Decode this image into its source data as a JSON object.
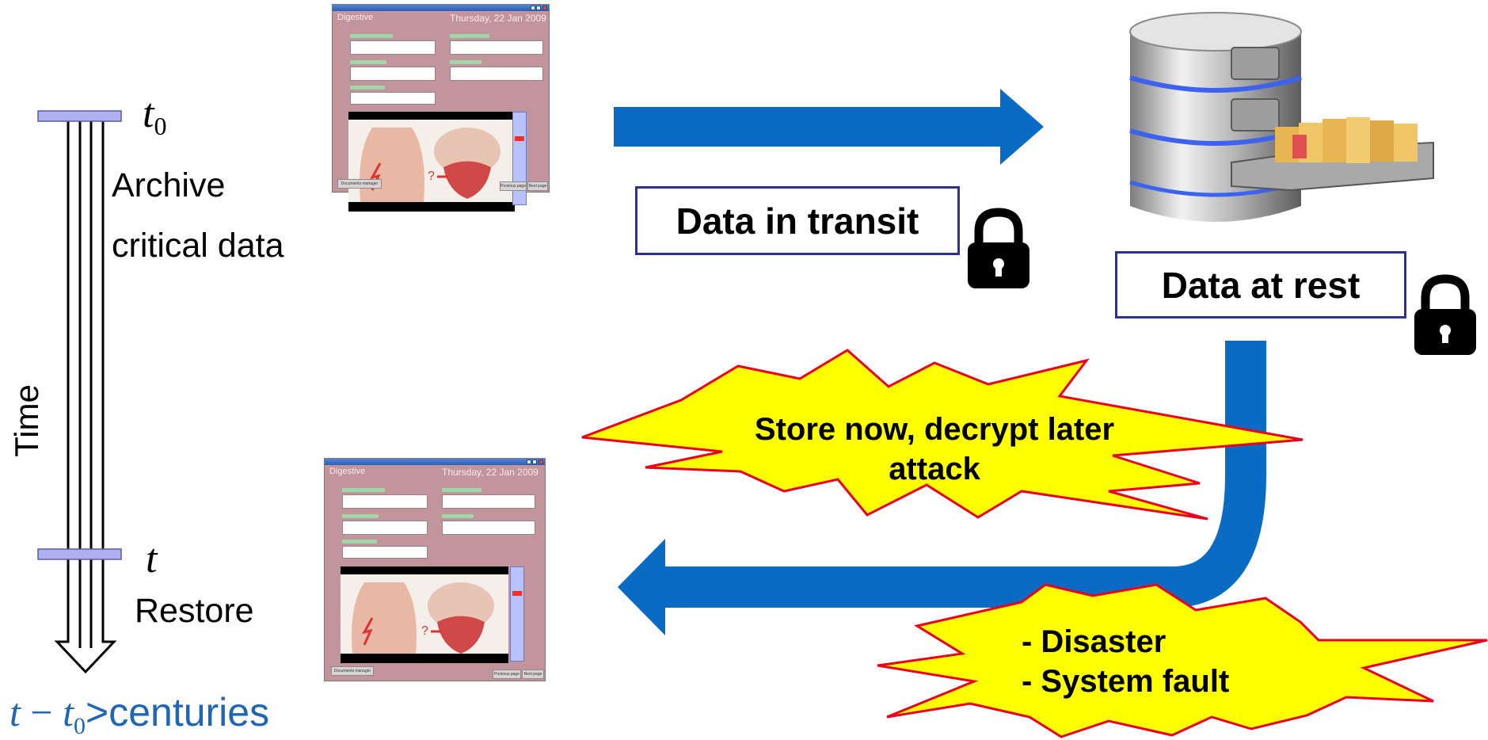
{
  "timeline": {
    "t0": "t",
    "t0_sub": "0",
    "archive_line1": "Archive",
    "archive_line2": "critical data",
    "axis_label": "Time",
    "t": "t",
    "restore": "Restore",
    "span_t": "t",
    "span_minus": " − ",
    "span_t2": "t",
    "span_sub": "0",
    "span_rest": ">centuries"
  },
  "app_window": {
    "title": "Digestive",
    "date": "Thursday, 22 Jan 2009",
    "documents_button": "Documents manager",
    "prev_button": "Previous page",
    "next_button": "Next page"
  },
  "labels": {
    "in_transit": "Data in transit",
    "at_rest": "Data at rest"
  },
  "bursts": {
    "attack_line1": "Store now, decrypt later",
    "attack_line2": "attack",
    "disaster_line1": "- Disaster",
    "disaster_line2": "- System fault"
  },
  "colors": {
    "arrow_blue": "#0a6bc4",
    "burst_fill": "#ffff00",
    "burst_stroke": "#e8001c",
    "box_border": "#2e3192",
    "bar_fill": "#b0b0ee",
    "span_text": "#1f66b5"
  },
  "icons": [
    "lock-icon",
    "database-icon"
  ]
}
